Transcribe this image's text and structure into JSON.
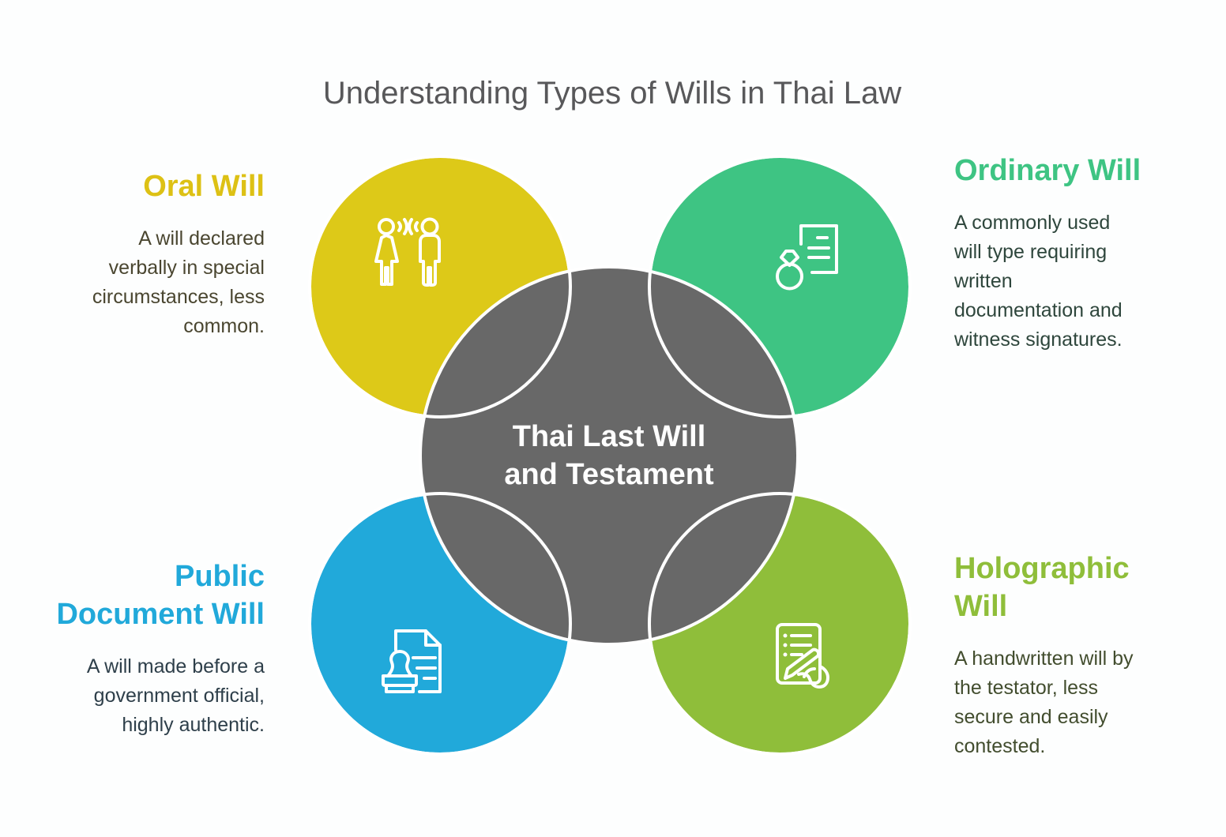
{
  "title": "Understanding Types of Wills in Thai Law",
  "center_circle": {
    "label": "Thai Last Will\nand Testament",
    "color": "#686868"
  },
  "sections": {
    "oral": {
      "heading": "Oral Will",
      "description": "A will declared\nverbally in special\ncircumstances, less\ncommon.",
      "color": "#ddc918",
      "icon": "conversation-icon"
    },
    "ordinary": {
      "heading": "Ordinary Will",
      "description": "A commonly used\nwill type requiring\nwritten\ndocumentation and\nwitness signatures.",
      "color": "#3ec483",
      "icon": "ring-document-icon"
    },
    "public": {
      "heading": "Public\nDocument Will",
      "description": "A will made before a\ngovernment official,\nhighly authentic.",
      "color": "#21a9da",
      "icon": "stamp-document-icon"
    },
    "holographic": {
      "heading": "Holographic\nWill",
      "description": "A handwritten will by\nthe testator, less\nsecure and easily\ncontested.",
      "color": "#8fbe3a",
      "icon": "document-pen-hand-icon"
    }
  },
  "text_colors": {
    "title": "#58585a",
    "center_label": "#ffffff",
    "oral_body": "#4a4630",
    "ordinary_body": "#2e463c",
    "public_body": "#2e3f4a",
    "holographic_body": "#424d2e"
  }
}
